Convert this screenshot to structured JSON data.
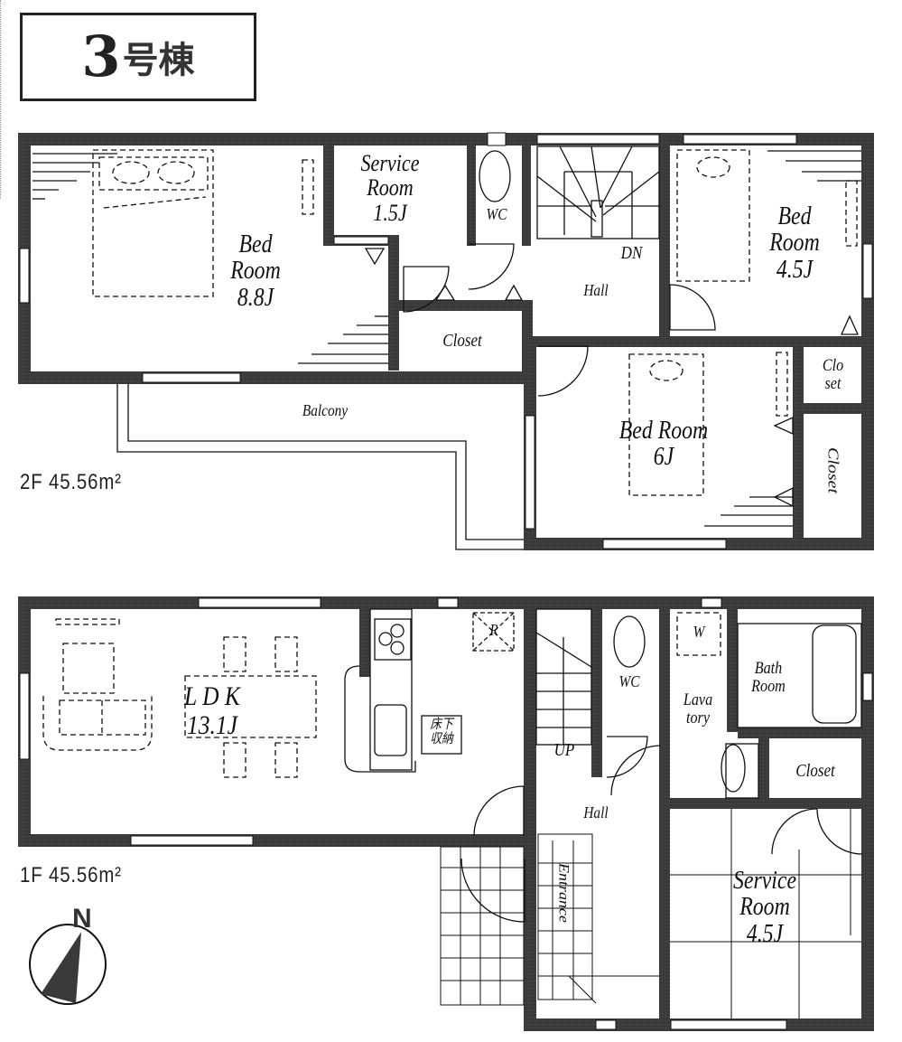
{
  "title": {
    "building_number": "3",
    "building_suffix": "号棟"
  },
  "floors": {
    "second": {
      "label": "2F  45.56m²",
      "rooms": {
        "bedroom_main": "Bed\nRoom\n8.8J",
        "service_room": "Service\nRoom\n1.5J",
        "wc": "WC",
        "stairs_dn": "DN",
        "hall": "Hall",
        "bedroom_ne": "Bed\nRoom\n4.5J",
        "closet_center": "Closet",
        "closet_small": "Clo\nset",
        "balcony": "Balcony",
        "bedroom_6": "Bed Room\n6J",
        "closet_vertical": "Closet"
      }
    },
    "first": {
      "label": "1F  45.56m²",
      "rooms": {
        "ldk": "L D K\n13.1J",
        "fridge": "R",
        "underfloor_storage": "床下\n収納",
        "stairs_up": "UP",
        "wc": "WC",
        "washer": "W",
        "lavatory": "Lava\ntory",
        "bathroom": "Bath\nRoom",
        "closet": "Closet",
        "hall": "Hall",
        "entrance": "Entrance",
        "service_room": "Service\nRoom\n4.5J"
      }
    }
  },
  "compass": {
    "north_label": "N"
  },
  "colors": {
    "wall": "#3a3a3a",
    "line": "#111111",
    "background": "#ffffff"
  }
}
